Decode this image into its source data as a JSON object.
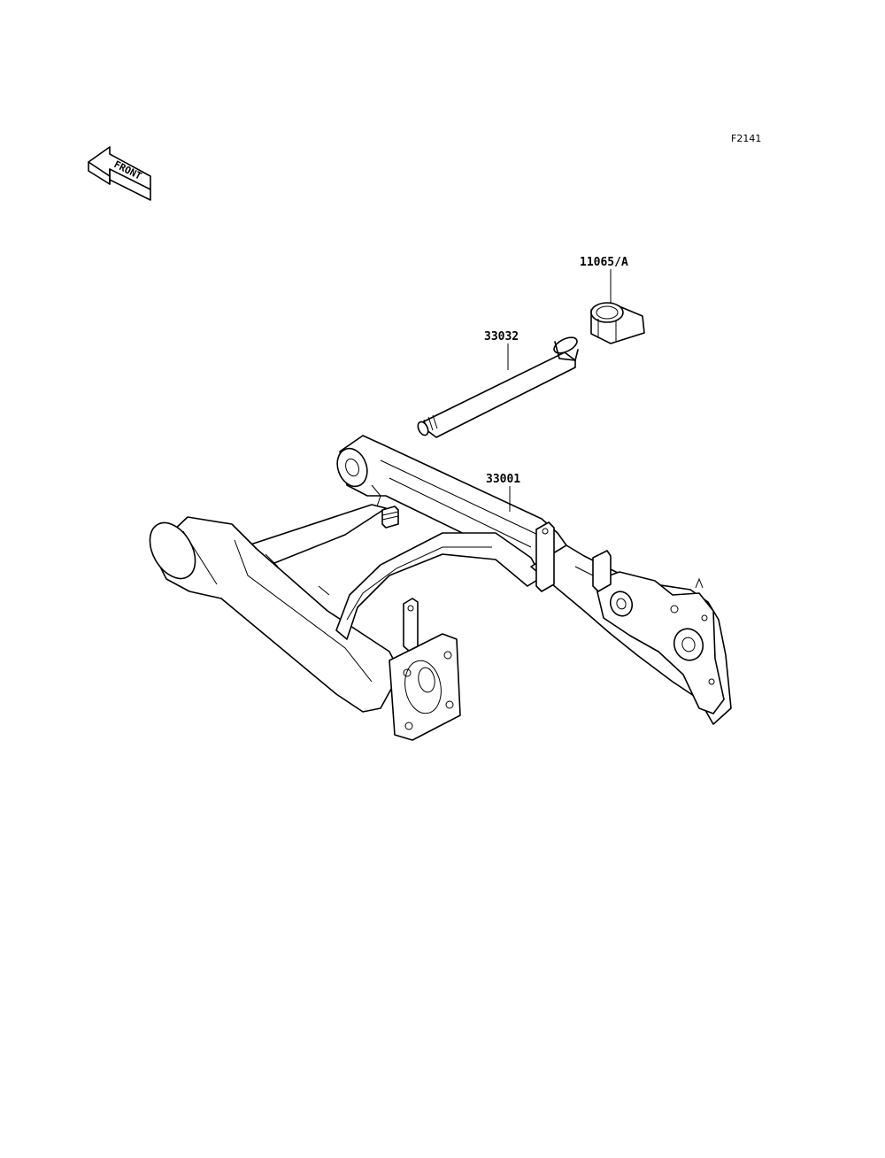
{
  "figure_id": "F2141",
  "front_label": "FRONT",
  "parts": [
    {
      "number": "11065/A"
    },
    {
      "number": "33032"
    },
    {
      "number": "33001"
    }
  ]
}
